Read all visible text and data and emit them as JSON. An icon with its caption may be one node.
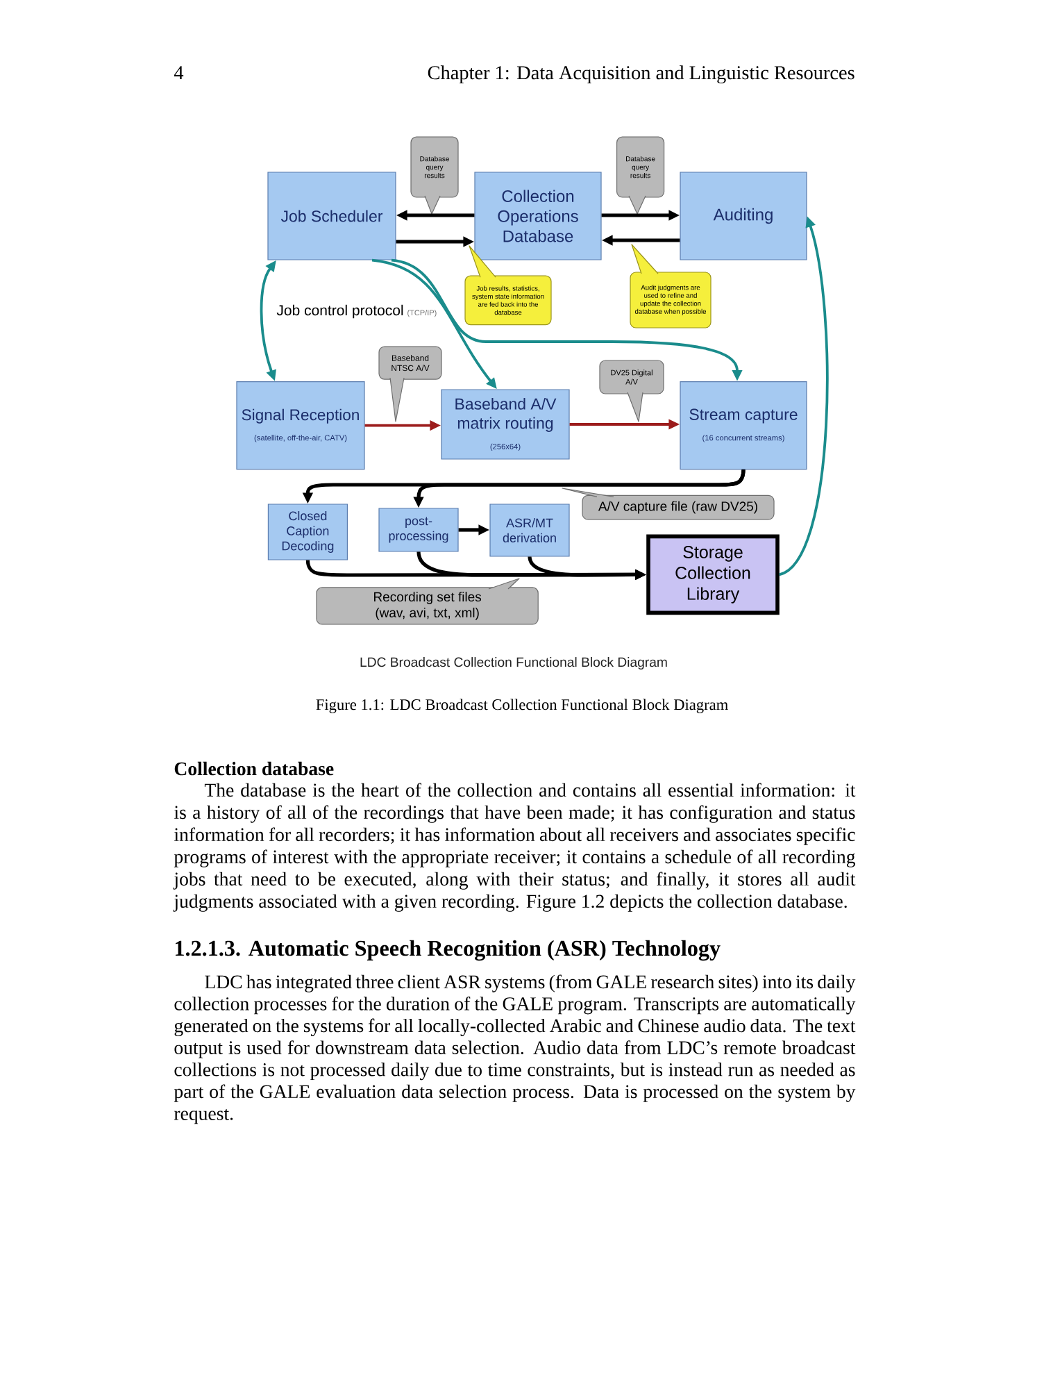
{
  "diagram": {
    "title": "LDC Broadcast Collection Functional Block Diagram",
    "caption": "Figure 1.1: LDC Broadcast Collection Functional Block Diagram",
    "nodes": [
      {
        "text": [
          "Job Scheduler"
        ]
      },
      {
        "text": [
          "Collection Operations Database"
        ]
      },
      {
        "text": [
          "Auditing"
        ]
      },
      {
        "text": [
          "Signal Reception",
          "(satellite, off-the-air, CATV)"
        ]
      },
      {
        "text": [
          "Baseband A/V matrix routing",
          "(256x64)"
        ]
      },
      {
        "text": [
          "Stream capture",
          "(16 concurrent streams)"
        ]
      },
      {
        "text": [
          "Closed Caption Decoding"
        ]
      },
      {
        "text": [
          "post-processing"
        ]
      },
      {
        "text": [
          "ASR/MT derivation"
        ]
      },
      {
        "text": [
          "Storage Collection Library"
        ]
      },
      {
        "text": [
          "Database query results"
        ]
      },
      {
        "text": [
          "Database query results"
        ]
      },
      {
        "text": [
          "Job results, statistics, system state information are fed back into the database"
        ]
      },
      {
        "text": [
          "Audit judgments are used to refine and update the collection database when possible"
        ]
      },
      {
        "text": [
          "Baseband NTSC A/V"
        ]
      },
      {
        "text": [
          "DV25 Digital A/V"
        ]
      },
      {
        "text": [
          "A/V capture file (raw DV25)"
        ]
      },
      {
        "text": [
          "Recording set files (wav, avi, txt, xml)"
        ]
      }
    ],
    "edges": [
      {
        "from": 1,
        "to": 0,
        "arrow": "to"
      },
      {
        "from": 0,
        "to": 1,
        "arrow": "to"
      },
      {
        "from": 1,
        "to": 2,
        "arrow": "to"
      },
      {
        "from": 2,
        "to": 1,
        "arrow": "to"
      },
      {
        "from": 0,
        "to": 3,
        "arrow": "both",
        "color": "#1a8c8c"
      },
      {
        "from": 0,
        "to": 4,
        "arrow": "to",
        "color": "#1a8c8c"
      },
      {
        "from": 0,
        "to": 5,
        "arrow": "to",
        "color": "#1a8c8c"
      },
      {
        "from": 3,
        "to": 4,
        "arrow": "to",
        "color": "#9c1c1c"
      },
      {
        "from": 4,
        "to": 5,
        "arrow": "to",
        "color": "#9c1c1c"
      },
      {
        "from": 5,
        "to": 6,
        "arrow": "to"
      },
      {
        "from": 5,
        "to": 7,
        "arrow": "to"
      },
      {
        "from": 7,
        "to": 8,
        "arrow": "to"
      },
      {
        "from": 6,
        "to": 9,
        "arrow": "to"
      },
      {
        "from": 7,
        "to": 9,
        "arrow": "to"
      },
      {
        "from": 8,
        "to": 9,
        "arrow": "to"
      },
      {
        "from": 9,
        "to": 2,
        "arrow": "to",
        "color": "#1a8c8c"
      }
    ],
    "labels": [
      "4",
      "Chapter 1: Data Acquisition and Linguistic Resources",
      "Job control protocol",
      "(TCP/IP)",
      "Collection database",
      "The database is the heart of the collection and contains all essential information: it is a history of all of the recordings that have been made; it has configuration and status information for all recorders; it has information about all receivers and associates specific programs of interest with the appropriate receiver; it contains a schedule of all recording jobs that need to be executed, along with their status; and finally, it stores all audit judgments associated with a given recording. Figure 1.2 depicts the collection database.",
      "1.2.1.3. Automatic Speech Recognition (ASR) Technology",
      "LDC has integrated three client ASR systems (from GALE research sites) into its daily collection processes for the duration of the GALE program. Transcripts are automatically generated on the systems for all locally-collected Arabic and Chinese audio data. The text output is used for downstream data selection. Audio data from LDC’s remote broadcast collections is not processed daily due to time constraints, but is instead run as needed as part of the GALE evaluation data selection process. Data is processed on the system by request."
    ]
  }
}
